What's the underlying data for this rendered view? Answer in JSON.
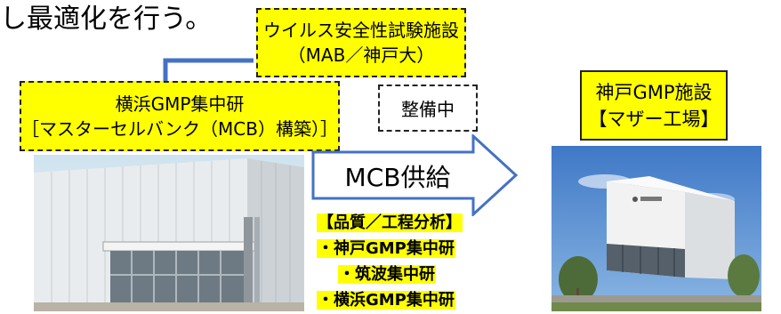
{
  "headline": "し最適化を行う。",
  "virus_facility": {
    "line1": "ウイルス安全性試験施設",
    "line2": "（MAB／神戸大）"
  },
  "yokohama_facility": {
    "line1": "横浜GMP集中研",
    "line2": "［マスターセルバンク（MCB）構築）］"
  },
  "under_construction": "整備中",
  "kobe_facility": {
    "line1": "神戸GMP施設",
    "line2": "【マザー工場】"
  },
  "arrow": {
    "label": "MCB供給",
    "color": "#4472c4"
  },
  "quality": {
    "title": "【品質／工程分析】",
    "items": [
      "・神戸GMP集中研",
      "・筑波集中研",
      "・横浜GMP集中研"
    ]
  },
  "colors": {
    "highlight": "#ffff00",
    "connector": "#4472c4"
  }
}
